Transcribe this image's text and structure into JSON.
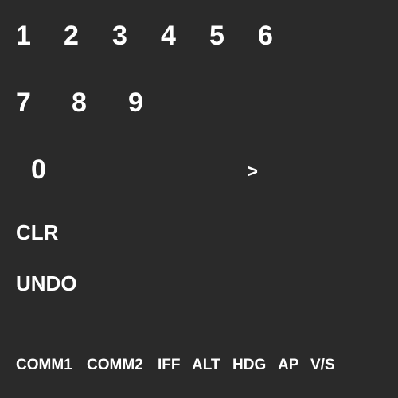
{
  "theme": {
    "background": "#2a2a2a",
    "text": "#ffffff"
  },
  "keypad": {
    "row1": [
      "1",
      "2",
      "3",
      "4",
      "5",
      "6"
    ],
    "row2": [
      "7",
      "8",
      "9"
    ],
    "zero": "0",
    "enter": ">",
    "clear": "CLR",
    "undo": "UNDO"
  },
  "modes": [
    "COMM1",
    "COMM2",
    "IFF",
    "ALT",
    "HDG",
    "AP",
    "V/S"
  ]
}
